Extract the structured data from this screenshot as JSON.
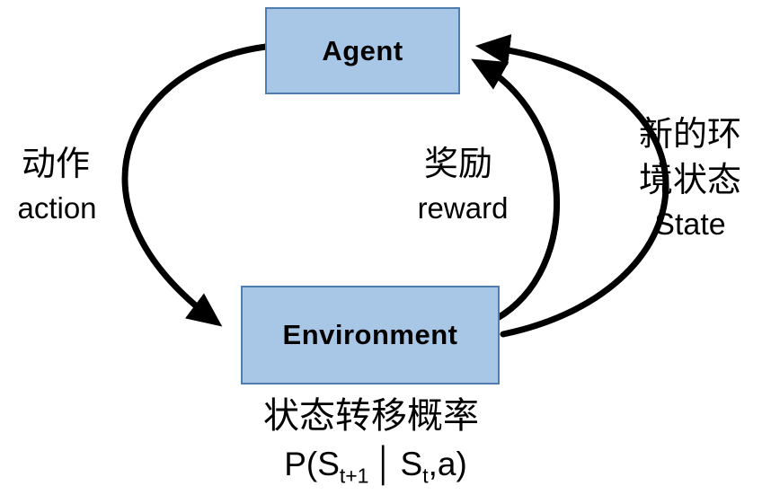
{
  "diagram": {
    "agent_box": {
      "label": "Agent"
    },
    "environment_box": {
      "label": "Environment"
    },
    "action_label": {
      "zh": "动作",
      "en": "action"
    },
    "reward_label": {
      "zh": "奖励",
      "en": "reward"
    },
    "state_label": {
      "zh_line1": "新的环",
      "zh_line2": "境状态",
      "en": "State"
    },
    "transition_label": {
      "zh": "状态转移概率"
    },
    "formula": {
      "part1": "P(S",
      "sub1": "t+1",
      "bar": "│",
      "part2": "S",
      "sub2": "t",
      "part3": ",a)"
    }
  },
  "colors": {
    "box_fill": "#a8c7e6",
    "box_border": "#4e7dae",
    "arrow": "#000000",
    "background": "#ffffff"
  }
}
